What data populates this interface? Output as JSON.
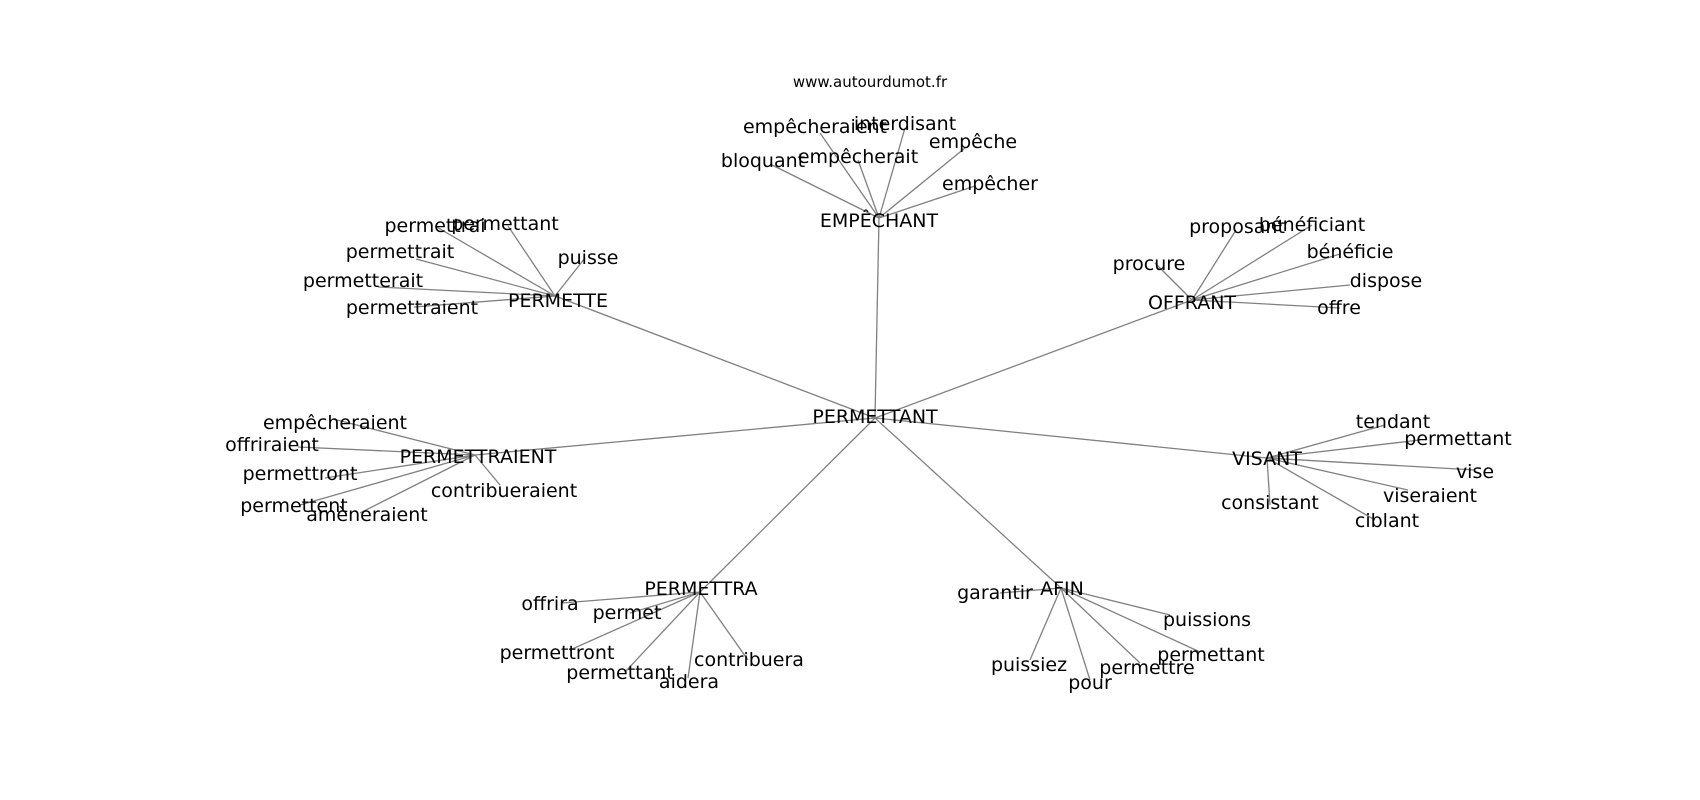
{
  "credit": "www.autourdumot.fr",
  "center": "PERMETTANT",
  "hubs": [
    {
      "label": "EMPÊCHANT",
      "leaves": [
        "empêcheraient",
        "interdisant",
        "empêche",
        "empêcherait",
        "bloquant",
        "empêcher"
      ]
    },
    {
      "label": "PERMETTE",
      "leaves": [
        "permettrai",
        "permettant",
        "puisse",
        "permettrait",
        "permetterait",
        "permettraient"
      ]
    },
    {
      "label": "OFFRANT",
      "leaves": [
        "proposant",
        "bénéficiant",
        "bénéficie",
        "procure",
        "dispose",
        "offre"
      ]
    },
    {
      "label": "PERMETTRAIENT",
      "leaves": [
        "empêcheraient",
        "offriraient",
        "permettront",
        "contribueraient",
        "permettent",
        "amèneraient"
      ]
    },
    {
      "label": "VISANT",
      "leaves": [
        "tendant",
        "permettant",
        "vise",
        "viseraient",
        "consistant",
        "ciblant"
      ]
    },
    {
      "label": "PERMETTRA",
      "leaves": [
        "offrira",
        "permet",
        "permettront",
        "permettant",
        "aidera",
        "contribuera"
      ]
    },
    {
      "label": "AFIN",
      "leaves": [
        "garantir",
        "puissions",
        "permettant",
        "puissiez",
        "permettre",
        "pour"
      ]
    }
  ]
}
